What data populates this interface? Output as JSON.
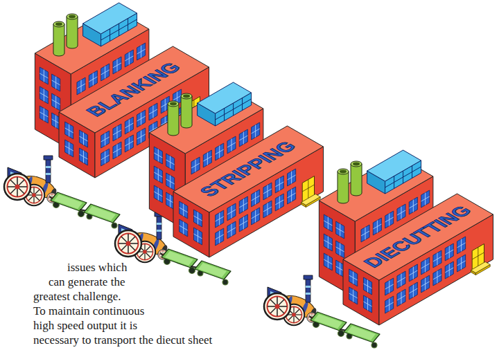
{
  "diagram": {
    "nodes": [
      {
        "text": [
          "BLANKING"
        ]
      },
      {
        "text": [
          "STRIPPING"
        ]
      },
      {
        "text": [
          "DIECUTTING"
        ]
      }
    ],
    "labels": [
      "issues which can generate the greatest challenge. To maintain continuous high speed output it is necessary to transport the diecut sheet"
    ]
  }
}
